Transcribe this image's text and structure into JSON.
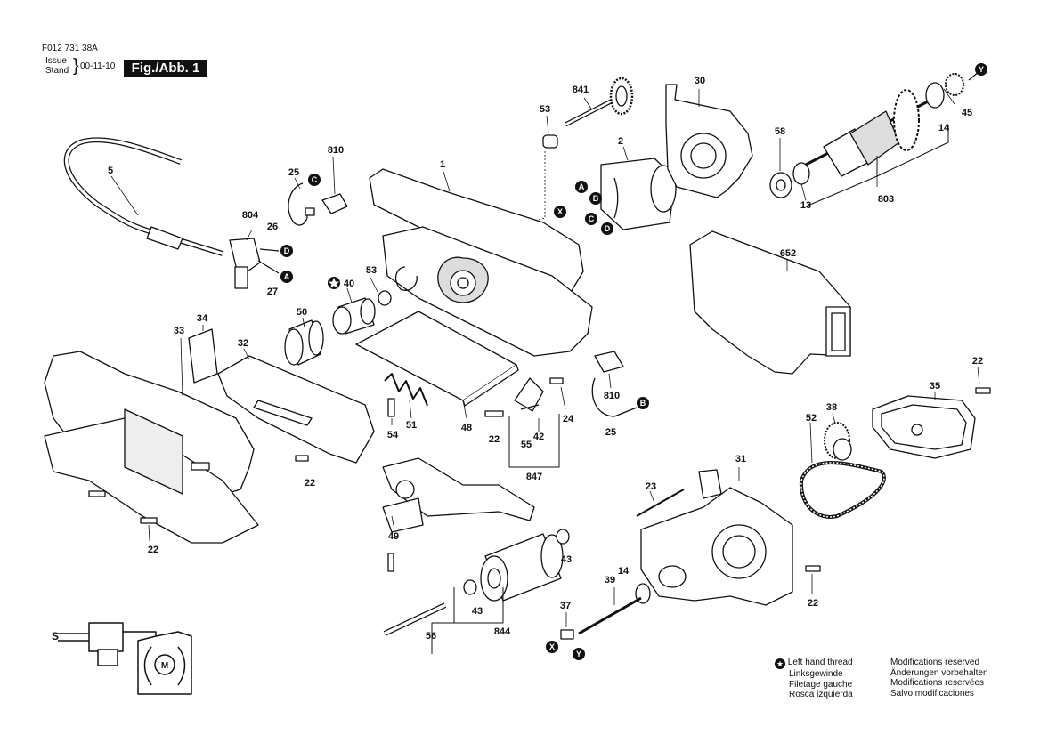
{
  "header": {
    "doc_code": "F012 731 38A",
    "issue_label_1": "Issue",
    "issue_label_2": "Stand",
    "date": "00-11-10",
    "figure": "Fig./Abb. 1"
  },
  "parts": {
    "p1": "1",
    "p2": "2",
    "p5": "5",
    "p13": "13",
    "p14a": "14",
    "p14b": "14",
    "p22a": "22",
    "p22b": "22",
    "p22c": "22",
    "p22d": "22",
    "p22e": "22",
    "p23": "23",
    "p24": "24",
    "p25a": "25",
    "p25b": "25",
    "p26": "26",
    "p27": "27",
    "p30": "30",
    "p31": "31",
    "p32": "32",
    "p33": "33",
    "p34": "34",
    "p35": "35",
    "p37": "37",
    "p38": "38",
    "p39": "39",
    "p40": "40",
    "p42": "42",
    "p43a": "43",
    "p43b": "43",
    "p45": "45",
    "p48": "48",
    "p49": "49",
    "p50": "50",
    "p51": "51",
    "p52": "52",
    "p53a": "53",
    "p53b": "53",
    "p54": "54",
    "p55": "55",
    "p56": "56",
    "p58": "58",
    "p652": "652",
    "p803": "803",
    "p804": "804",
    "p810a": "810",
    "p810b": "810",
    "p841": "841",
    "p844": "844",
    "p847": "847"
  },
  "markers": {
    "A": "A",
    "B": "B",
    "C": "C",
    "D": "D",
    "X": "X",
    "Y": "Y",
    "S": "S",
    "M": "M"
  },
  "legend": {
    "left_1": "Left hand thread",
    "left_2": "Linksgewinde",
    "left_3": "Filetage gauche",
    "left_4": "Rosca izquierda",
    "right_1": "Modifications reserved",
    "right_2": "Änderungen vorbehalten",
    "right_3": "Modifications reservées",
    "right_4": "Salvo modificaciones"
  },
  "icons": [
    "star-icon",
    "motor-icon"
  ],
  "colors": {
    "ink": "#111111",
    "paper": "#ffffff",
    "shade": "#cccccc"
  }
}
